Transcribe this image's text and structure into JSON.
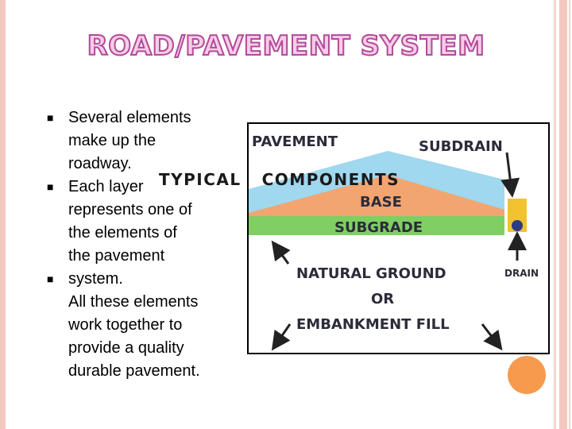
{
  "slide": {
    "title": "ROAD/PAVEMENT SYSTEM",
    "subtitle": "Typical Components",
    "body_lines": [
      "Several elements",
      "make up the",
      "roadway.",
      "Each layer",
      "represents one of",
      "the  elements of",
      "the  pavement",
      "system.",
      "All these elements",
      "work together to",
      "provide a quality",
      "durable pavement."
    ]
  },
  "diagram": {
    "labels": {
      "pavement": "PAVEMENT",
      "subdrain": "SUBDRAIN",
      "base": "BASE",
      "subgrade": "SUBGRADE",
      "natural_ground": "NATURAL GROUND",
      "or": "OR",
      "embankment_fill": "EMBANKMENT FILL",
      "drain": "DRAIN"
    },
    "colors": {
      "pavement": "#9fd8ef",
      "base": "#f2a571",
      "subgrade": "#7fcf63",
      "drain": "#f2c230",
      "accent": "#b24a9a",
      "circle": "#f79a4e"
    }
  }
}
